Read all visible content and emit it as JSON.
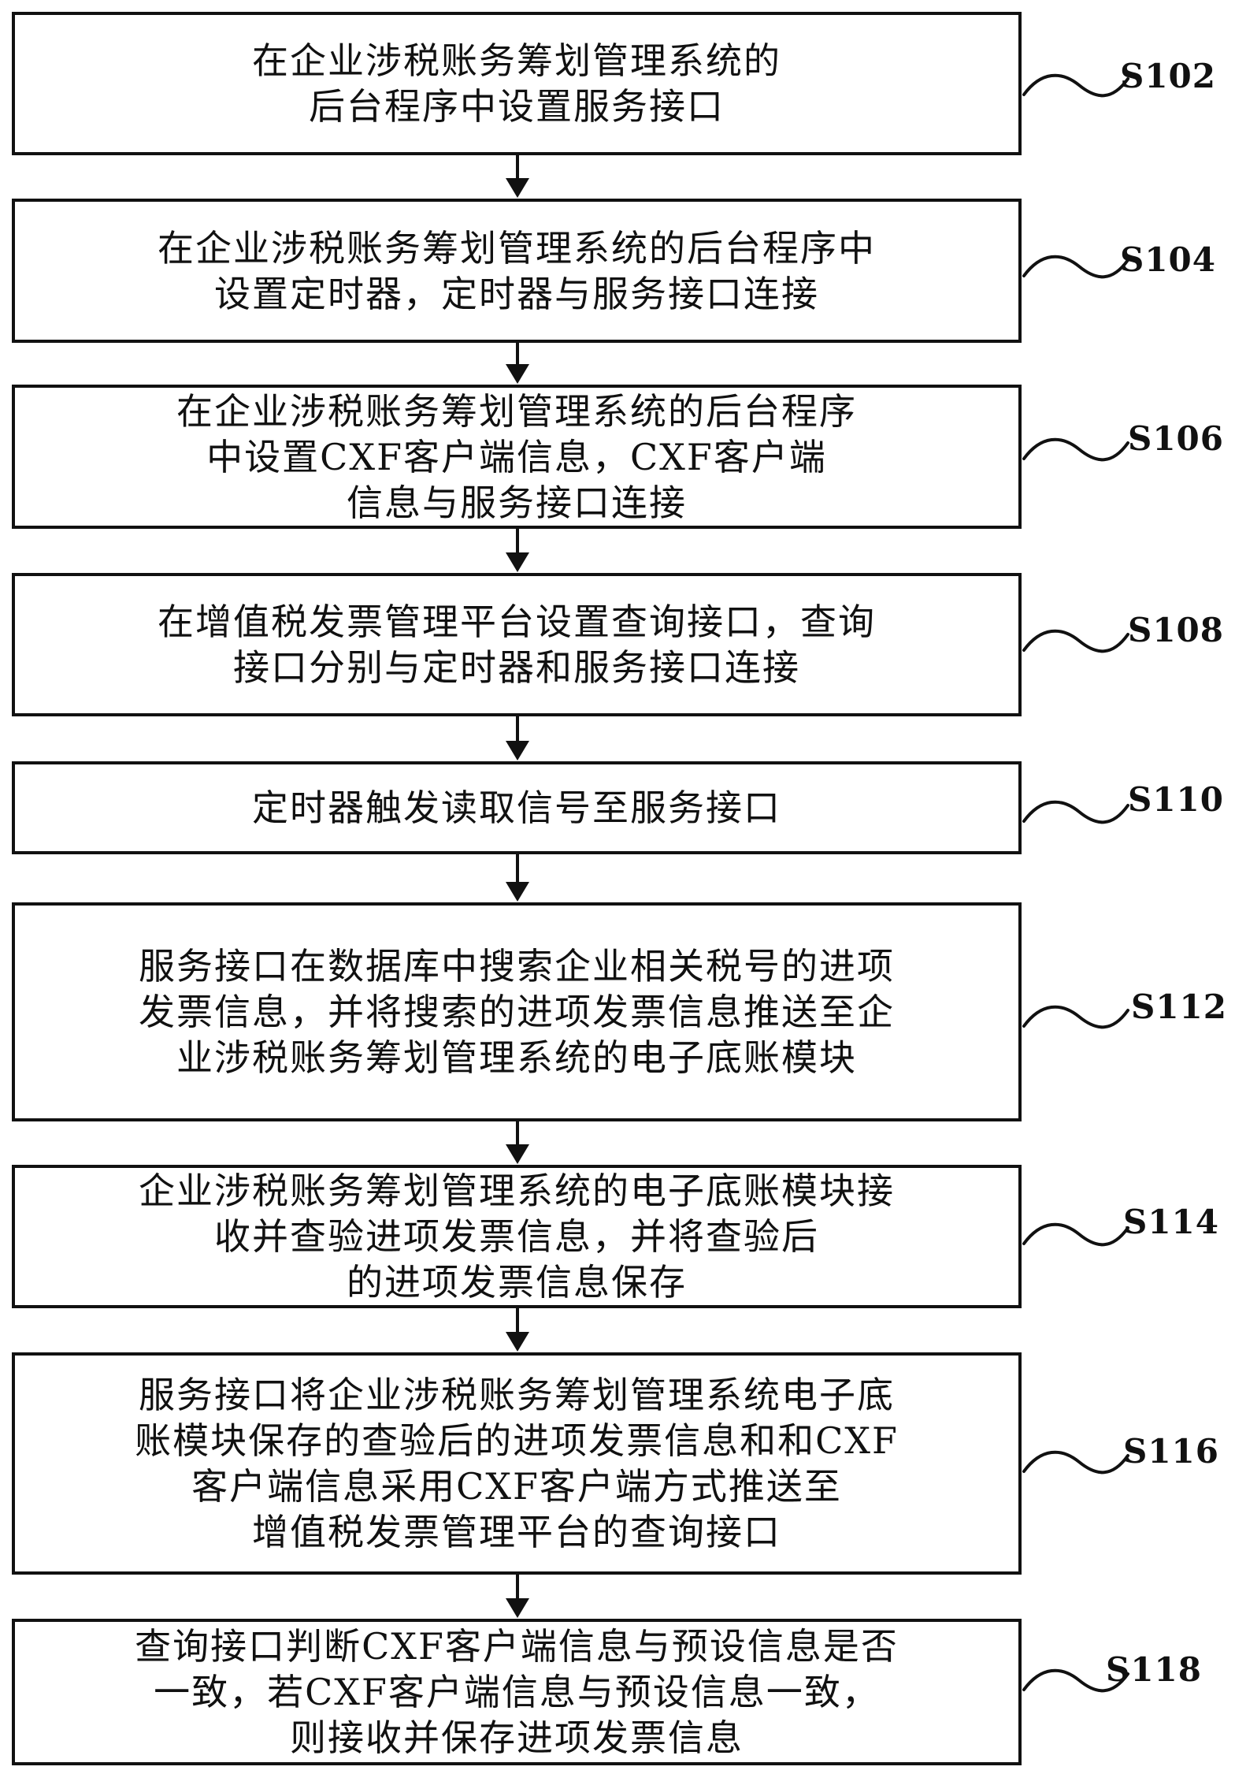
{
  "steps": [
    {
      "id": "S102",
      "text": "在企业涉税账务筹划管理系统的\n后台程序中设置服务接口"
    },
    {
      "id": "S104",
      "text": "在企业涉税账务筹划管理系统的后台程序中\n设置定时器，定时器与服务接口连接"
    },
    {
      "id": "S106",
      "text": "在企业涉税账务筹划管理系统的后台程序\n中设置CXF客户端信息，CXF客户端\n信息与服务接口连接"
    },
    {
      "id": "S108",
      "text": "在增值税发票管理平台设置查询接口，查询\n接口分别与定时器和服务接口连接"
    },
    {
      "id": "S110",
      "text": "定时器触发读取信号至服务接口"
    },
    {
      "id": "S112",
      "text": "服务接口在数据库中搜索企业相关税号的进项\n发票信息，并将搜索的进项发票信息推送至企\n业涉税账务筹划管理系统的电子底账模块"
    },
    {
      "id": "S114",
      "text": "企业涉税账务筹划管理系统的电子底账模块接\n收并查验进项发票信息，并将查验后\n的进项发票信息保存"
    },
    {
      "id": "S116",
      "text": "服务接口将企业涉税账务筹划管理系统电子底\n账模块保存的查验后的进项发票信息和和CXF\n客户端信息采用CXF客户端方式推送至\n增值税发票管理平台的查询接口"
    },
    {
      "id": "S118",
      "text": "查询接口判断CXF客户端信息与预设信息是否\n一致，若CXF客户端信息与预设信息一致，\n则接收并保存进项发票信息"
    }
  ]
}
